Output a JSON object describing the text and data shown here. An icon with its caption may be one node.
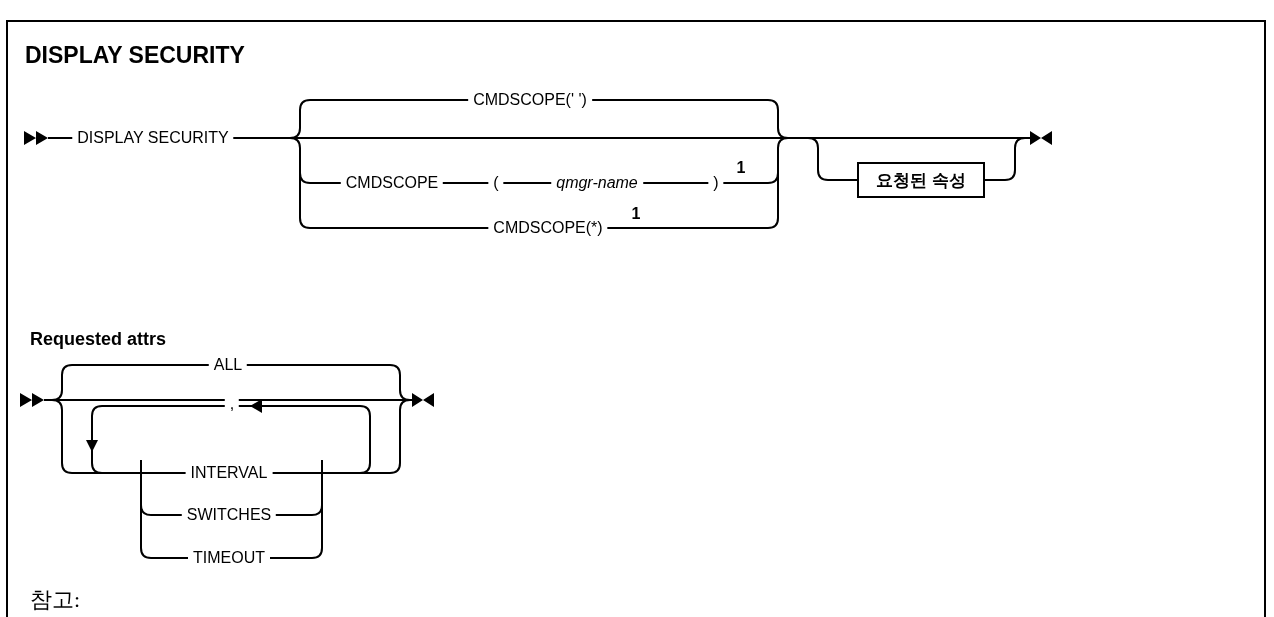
{
  "diagram": {
    "title": "DISPLAY SECURITY",
    "nodes": [
      {
        "text": [
          "요청된 속성"
        ]
      }
    ],
    "edges": [],
    "labels": [
      "DISPLAY SECURITY",
      "CMDSCOPE(' ')",
      "CMDSCOPE",
      "(",
      "qmgr-name",
      ")",
      "1",
      "CMDSCOPE(*)",
      "1",
      "Requested attrs",
      "ALL",
      ",",
      "INTERVAL",
      "SWITCHES",
      "TIMEOUT",
      "참고:"
    ]
  }
}
